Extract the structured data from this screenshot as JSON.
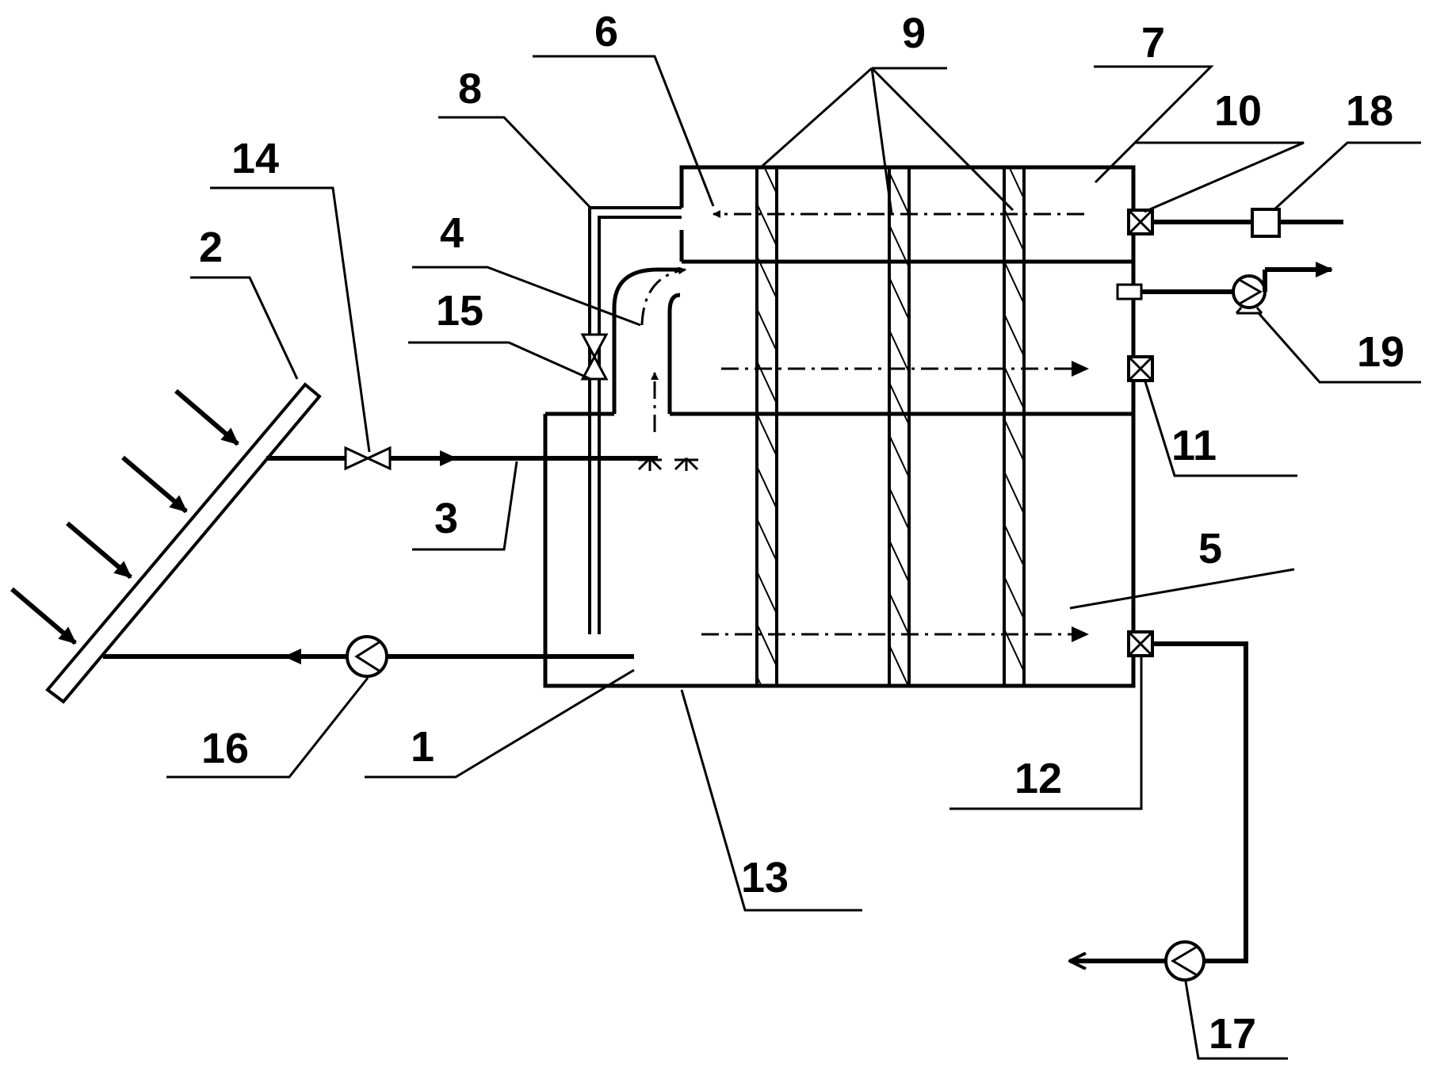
{
  "labels": {
    "l1": "1",
    "l2": "2",
    "l3": "3",
    "l4": "4",
    "l5": "5",
    "l6": "6",
    "l7": "7",
    "l8": "8",
    "l9": "9",
    "l10": "10",
    "l11": "11",
    "l12": "12",
    "l13": "13",
    "l14": "14",
    "l15": "15",
    "l16": "16",
    "l17": "17",
    "l18": "18",
    "l19": "19"
  },
  "colors": {
    "stroke": "#000000",
    "background": "#ffffff"
  }
}
